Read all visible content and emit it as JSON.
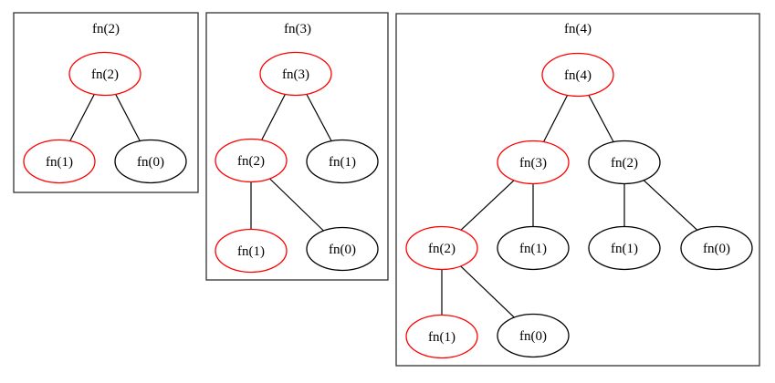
{
  "colors": {
    "highlight": "#ff0000",
    "normal": "#000000",
    "edge": "#000000",
    "cluster_border": "#404040",
    "text": "#000000",
    "background": "#ffffff"
  },
  "diagram": {
    "type": "recursion-call-trees",
    "clusters": [
      {
        "label": "fn(2)",
        "nodes": [
          {
            "label": "fn(2)",
            "stroke": "#ff0000"
          },
          {
            "label": "fn(1)",
            "stroke": "#ff0000"
          },
          {
            "label": "fn(0)",
            "stroke": "#000000"
          }
        ],
        "edges": [
          [
            0,
            1
          ],
          [
            0,
            2
          ]
        ]
      },
      {
        "label": "fn(3)",
        "nodes": [
          {
            "label": "fn(3)",
            "stroke": "#ff0000"
          },
          {
            "label": "fn(2)",
            "stroke": "#ff0000"
          },
          {
            "label": "fn(1)",
            "stroke": "#000000"
          },
          {
            "label": "fn(1)",
            "stroke": "#ff0000"
          },
          {
            "label": "fn(0)",
            "stroke": "#000000"
          }
        ],
        "edges": [
          [
            0,
            1
          ],
          [
            0,
            2
          ],
          [
            1,
            3
          ],
          [
            1,
            4
          ]
        ]
      },
      {
        "label": "fn(4)",
        "nodes": [
          {
            "label": "fn(4)",
            "stroke": "#ff0000"
          },
          {
            "label": "fn(3)",
            "stroke": "#ff0000"
          },
          {
            "label": "fn(2)",
            "stroke": "#000000"
          },
          {
            "label": "fn(2)",
            "stroke": "#ff0000"
          },
          {
            "label": "fn(1)",
            "stroke": "#000000"
          },
          {
            "label": "fn(1)",
            "stroke": "#000000"
          },
          {
            "label": "fn(0)",
            "stroke": "#000000"
          },
          {
            "label": "fn(1)",
            "stroke": "#ff0000"
          },
          {
            "label": "fn(0)",
            "stroke": "#000000"
          }
        ],
        "edges": [
          [
            0,
            1
          ],
          [
            0,
            2
          ],
          [
            1,
            3
          ],
          [
            1,
            4
          ],
          [
            2,
            5
          ],
          [
            2,
            6
          ],
          [
            3,
            7
          ],
          [
            3,
            8
          ]
        ]
      }
    ]
  }
}
